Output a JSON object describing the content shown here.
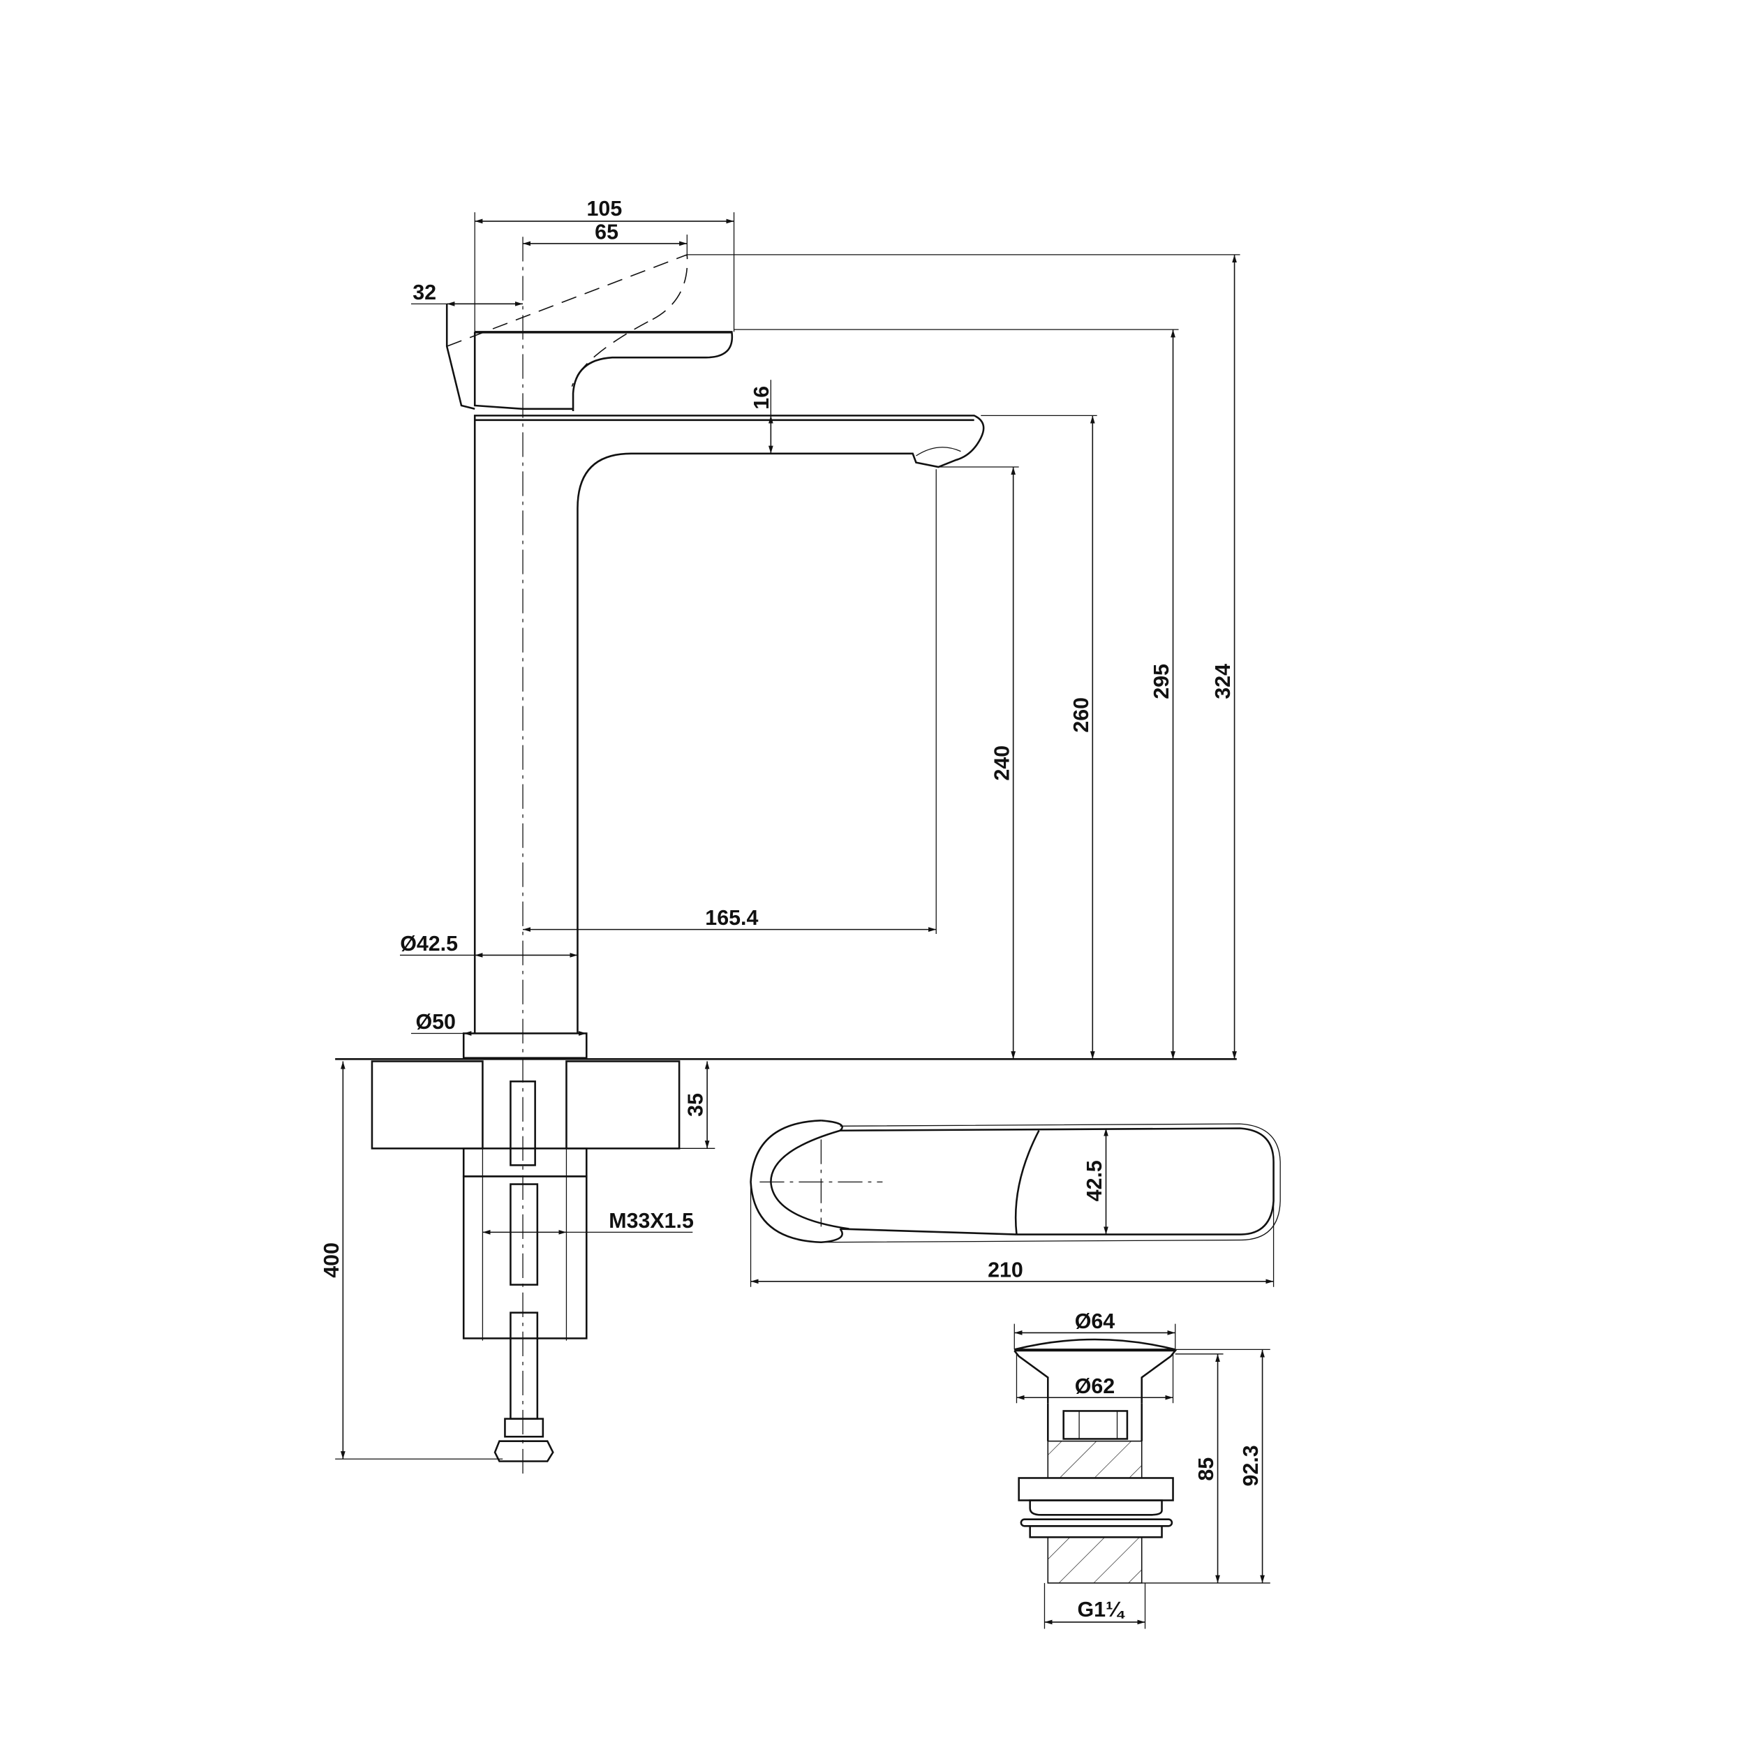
{
  "side_view": {
    "dimensions": {
      "handle_total_width": "105",
      "handle_lever_length": "65",
      "handle_offset": "32",
      "spout_thickness": "16",
      "spout_outlet_height": "240",
      "spout_top_height": "260",
      "handle_base_height": "295",
      "total_height": "324",
      "spout_reach": "165.4",
      "body_diameter": "Ø42.5",
      "base_diameter": "Ø50",
      "countertop_thickness": "35",
      "thread_size": "M33X1.5",
      "hose_length": "400"
    }
  },
  "top_view": {
    "dimensions": {
      "handle_width": "42.5",
      "total_length": "210"
    }
  },
  "drain": {
    "dimensions": {
      "cap_diameter": "Ø64",
      "flange_diameter": "Ø62",
      "body_height": "85",
      "total_height": "92.3",
      "thread": "G1¼"
    }
  }
}
